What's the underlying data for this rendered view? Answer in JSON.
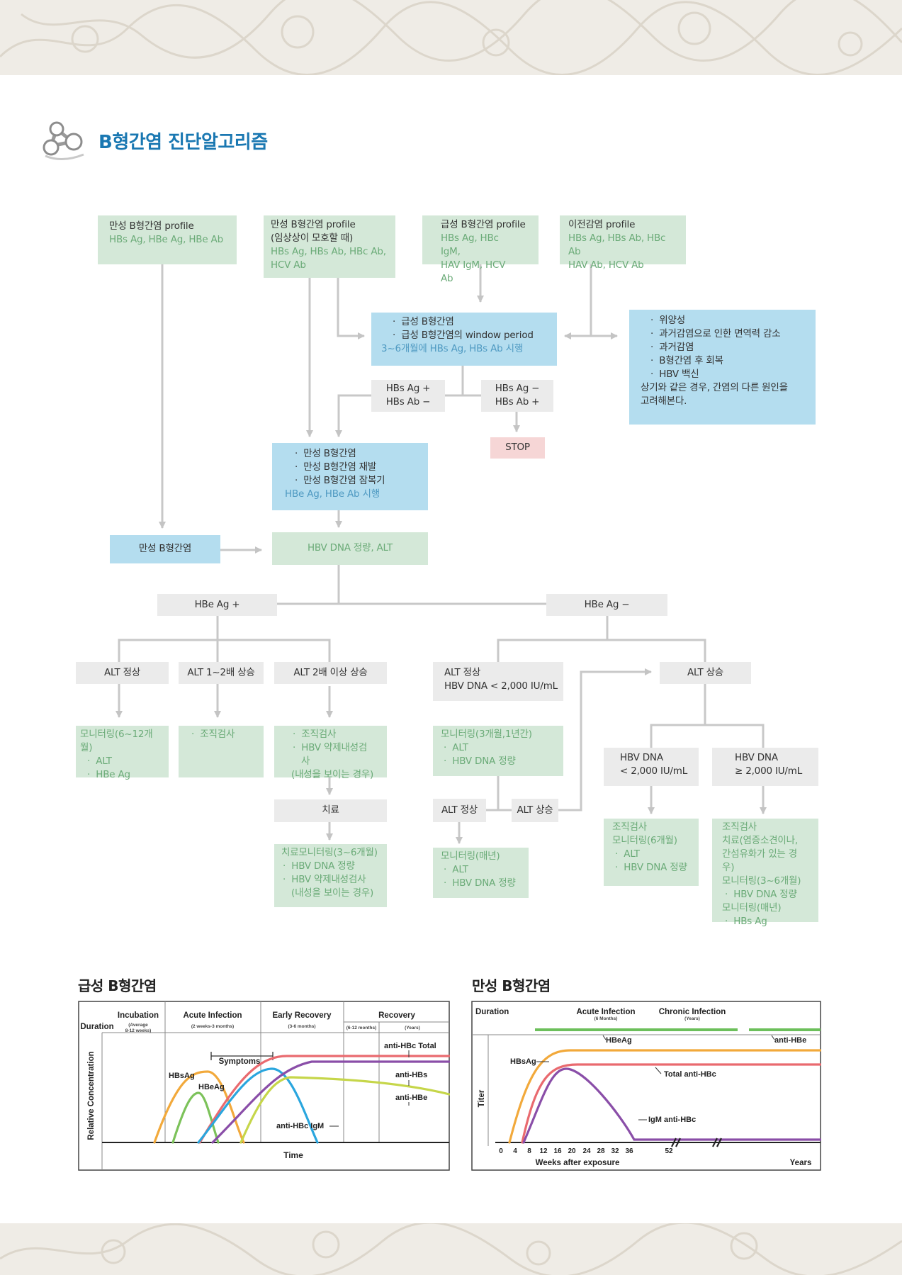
{
  "page_title": "B형간염 진단알고리즘",
  "profiles": [
    {
      "title": "만성 B형간염 profile",
      "markers": "HBs Ag, HBe Ag, HBe Ab"
    },
    {
      "title": "만성 B형간염 profile",
      "note": "(임상상이 모호할 때)",
      "markers1": "HBs Ag, HBs Ab, HBc Ab,",
      "markers2": "HCV Ab"
    },
    {
      "title": "급성 B형간염 profile",
      "markers1": "HBs Ag, HBc IgM,",
      "markers2": "HAV IgM, HCV Ab"
    },
    {
      "title": "이전감염 profile",
      "markers1": "HBs Ag, HBs Ab, HBc Ab",
      "markers2": "HAV Ab, HCV Ab"
    }
  ],
  "acute_box": {
    "items": [
      "급성 B형간염",
      "급성 B형간염의 window period"
    ],
    "note": "3~6개월에 HBs Ag, HBs Ab 시행"
  },
  "prior_box": {
    "items": [
      "위양성",
      "과거감염으로 인한 면역력 감소",
      "과거감염",
      "B형간염 후 회복",
      "HBV 백신"
    ],
    "note1": "상기와 같은 경우, 간염의 다른 원인을",
    "note2": "고려해본다."
  },
  "split_pos": [
    "HBs Ag +",
    "HBs Ab −"
  ],
  "split_neg": [
    "HBs Ag −",
    "HBs Ab +"
  ],
  "stop": "STOP",
  "chronic_box": {
    "items": [
      "만성 B형간염",
      "만성 B형간염 재발",
      "만성 B형간염 잠복기"
    ],
    "note": "HBe Ag, HBe Ab 시행"
  },
  "chronic_label": "만성 B형간염",
  "dna_box": "HBV DNA 정량, ALT",
  "hbe_pos": "HBe Ag +",
  "hbe_neg": "HBe Ag −",
  "alt_normal": "ALT 정상",
  "alt_1to2": "ALT 1~2배 상승",
  "alt_2x": "ALT 2배 이상 상승",
  "alt_normal_dna": [
    "ALT 정상",
    "HBV DNA < 2,000 IU/mL"
  ],
  "alt_up": "ALT 상승",
  "mon_6_12": {
    "title": "모니터링(6~12개월)",
    "items": [
      "ALT",
      "HBe Ag"
    ]
  },
  "biopsy_small": {
    "items": [
      "조직검사"
    ]
  },
  "biopsy_res": {
    "items": [
      "조직검사",
      "HBV 약제내성검사"
    ],
    "note": "(내성을 보이는 경우)"
  },
  "treatment": "치료",
  "treat_mon": {
    "title": "치료모니터링(3~6개월)",
    "items": [
      "HBV DNA 정량",
      "HBV 약제내성검사"
    ],
    "note": "(내성을 보이는 경우)"
  },
  "mon_3_1y": {
    "title": "모니터링(3개월,1년간)",
    "items": [
      "ALT",
      "HBV DNA 정량"
    ]
  },
  "alt_normal2": "ALT 정상",
  "alt_up2": "ALT 상승",
  "mon_year": {
    "title": "모니터링(매년)",
    "items": [
      "ALT",
      "HBV DNA 정량"
    ]
  },
  "dna_lt": [
    "HBV DNA",
    "< 2,000 IU/mL"
  ],
  "dna_ge": [
    "HBV DNA",
    "≥ 2,000 IU/mL"
  ],
  "dna_lt_out": {
    "l1": "조직검사",
    "l2": "모니터링(6개월)",
    "items": [
      "ALT",
      "HBV DNA 정량"
    ]
  },
  "dna_ge_out": {
    "l1": "조직검사",
    "l2": "치료(염증소견이나,",
    "l3": "간섬유화가 있는 경우)",
    "l4": "모니터링(3~6개월)",
    "item1": "HBV DNA 정량",
    "l5": "모니터링(매년)",
    "item2": "HBs Ag"
  },
  "charts": {
    "acute_title": "급성 B형간염",
    "chronic_title": "만성 B형간염",
    "acute": {
      "duration": "Duration",
      "phases": [
        {
          "name": "Incubation",
          "sub": "(Average",
          "sub2": "8-12 weeks)"
        },
        {
          "name": "Acute Infection",
          "sub": "(2 weeks-3 months)"
        },
        {
          "name": "Early Recovery",
          "sub": "(3-6 months)"
        },
        {
          "name": "Recovery",
          "sub": "(6-12 months)",
          "sub2": "(Years)"
        }
      ],
      "symptoms": "Symptoms",
      "ylabel": "Relative Concentration",
      "xlabel": "Time",
      "labels": {
        "hbsag": "HBsAg",
        "hbeag": "HBeAg",
        "total": "anti-HBc Total",
        "antihbs": "anti-HBs",
        "antihbe": "anti-HBe",
        "igm": "anti-HBc IgM"
      },
      "colors": {
        "hbsag": "#f2a93b",
        "hbeag": "#7cc25a",
        "total": "#e96a6f",
        "antihbs": "#2aa6de",
        "antihbe": "#c6d64a",
        "igm": "#8a4ea8"
      }
    },
    "chronic": {
      "duration": "Duration",
      "acute_phase": "Acute Infection",
      "acute_sub": "(6 Months)",
      "chronic_phase": "Chronic Infection",
      "chronic_sub": "(Years)",
      "ylabel": "Titer",
      "xlabel": "Weeks after exposure",
      "xlabel2": "Years",
      "ticks": [
        "0",
        "4",
        "8",
        "12",
        "16",
        "20",
        "24",
        "28",
        "32",
        "36",
        "52"
      ],
      "labels": {
        "hbsag": "HBsAg",
        "hbeag": "HBeAg",
        "antihbe": "anti-HBe",
        "total": "Total anti-HBc",
        "igm": "IgM anti-HBc"
      },
      "colors": {
        "hbsag": "#f2a93b",
        "total": "#e96a6f",
        "igm": "#8a4ea8",
        "bar": "#6cbf5b"
      }
    }
  }
}
